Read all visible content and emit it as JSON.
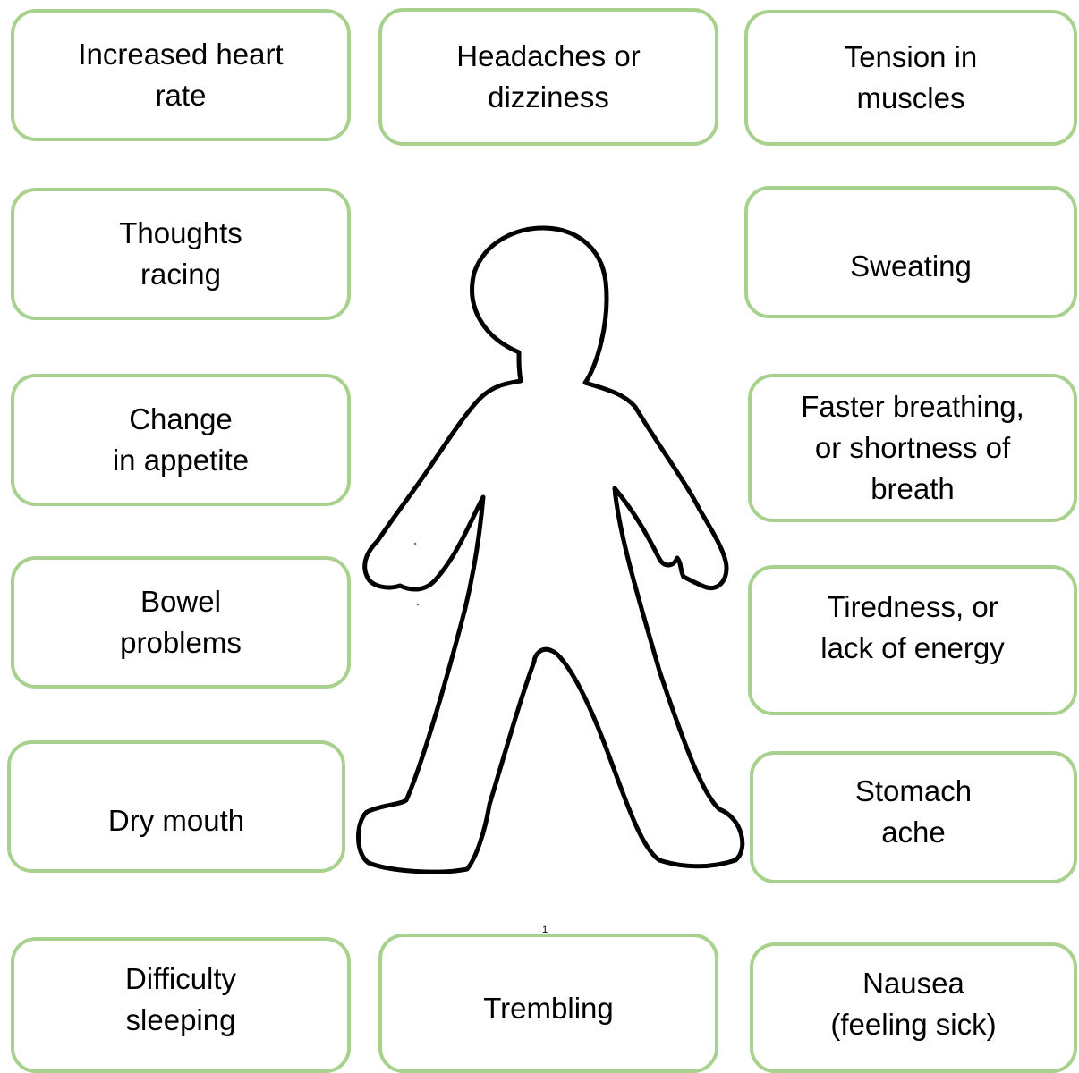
{
  "symptoms": {
    "increased_heart_rate": "Increased heart\nrate",
    "headaches": "Headaches or\ndizziness",
    "tension": "Tension in\nmuscles",
    "thoughts": "Thoughts\nracing",
    "sweating": "Sweating",
    "appetite": "Change\nin appetite",
    "breathing": "Faster breathing,\nor shortness of\nbreath",
    "bowel": "Bowel\nproblems",
    "tiredness": "Tiredness, or\nlack of energy",
    "dry_mouth": "Dry mouth",
    "stomach": "Stomach\nache",
    "sleeping": "Difficulty\nsleeping",
    "trembling": "Trembling",
    "nausea": "Nausea\n(feeling sick)"
  },
  "page_number": "1",
  "colors": {
    "card_border": "#a9d18e",
    "outline": "#000000"
  }
}
